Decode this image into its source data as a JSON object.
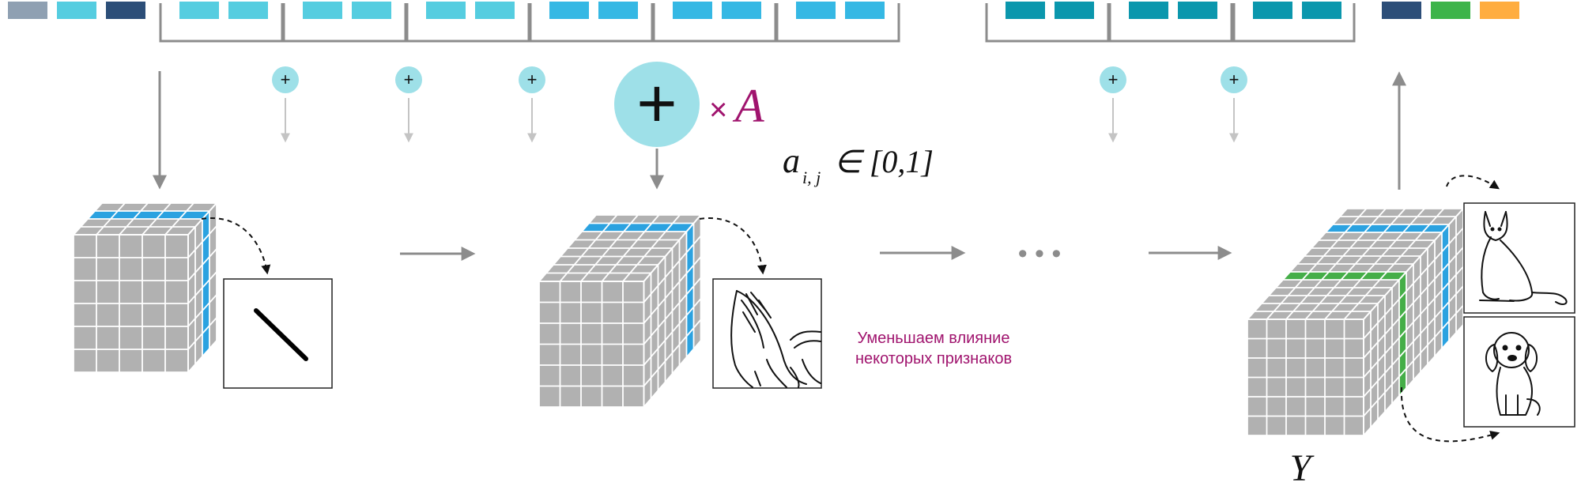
{
  "top_row": {
    "left_tokens": [
      "#8fa0b2",
      "#55cde0",
      "#2c4e78"
    ],
    "groups": [
      {
        "colors": [
          "#55cde0",
          "#55cde0"
        ]
      },
      {
        "colors": [
          "#55cde0",
          "#55cde0"
        ]
      },
      {
        "colors": [
          "#55cde0",
          "#55cde0"
        ]
      },
      {
        "colors": [
          "#35b8e4",
          "#35b8e4"
        ]
      },
      {
        "colors": [
          "#35b8e4",
          "#35b8e4"
        ]
      },
      {
        "colors": [
          "#35b8e4",
          "#35b8e4"
        ]
      },
      {
        "colors": [
          "#0b97ad",
          "#0b97ad"
        ]
      },
      {
        "colors": [
          "#0b97ad",
          "#0b97ad"
        ]
      },
      {
        "colors": [
          "#0b97ad",
          "#0b97ad"
        ]
      }
    ],
    "right_tokens": [
      "#2c4e78",
      "#3db44a",
      "#ffad40"
    ]
  },
  "plus_symbol": "+",
  "multiplier": {
    "times": "×",
    "var": "A"
  },
  "formula": {
    "base": "a",
    "sub": "i, j",
    "rel": "∈ [0,1]"
  },
  "note_lines": [
    "Уменьшаем влияние",
    "некоторых признаков"
  ],
  "ellipsis": "• • •",
  "output_label": "Y",
  "colors": {
    "cube_face": "#b1b1b1",
    "cube_grid": "#ffffff",
    "blue_highlight": "#2ba2e0",
    "green_highlight": "#45ae48",
    "plus_circle": "#9ee0e8",
    "arrow": "#8c8c8c",
    "bracket": "#8c8c8c",
    "accent": "#a0146e"
  },
  "icons": {
    "feature_1": "diagonal-line-feature-icon",
    "feature_2": "cat-ear-sketch-icon",
    "output_1": "cat-sketch-icon",
    "output_2": "dog-sketch-icon"
  }
}
